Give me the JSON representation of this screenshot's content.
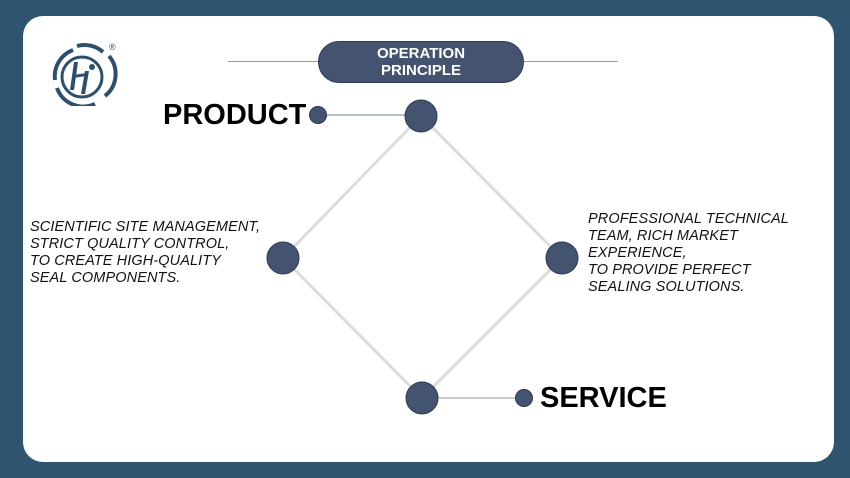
{
  "header": {
    "title_line1": "OPERATION",
    "title_line2": "PRINCIPLE"
  },
  "logo": {
    "icon": "hi-logo-icon",
    "registered_mark": "®"
  },
  "diagram": {
    "top_label": "PRODUCT",
    "bottom_label": "SERVICE",
    "left_text": [
      "SCIENTIFIC SITE MANAGEMENT,",
      "STRICT QUALITY CONTROL,",
      "TO CREATE HIGH-QUALITY",
      "SEAL COMPONENTS."
    ],
    "right_text": [
      "PROFESSIONAL TECHNICAL",
      "TEAM, RICH MARKET",
      "EXPERIENCE,",
      "TO PROVIDE PERFECT",
      "SEALING SOLUTIONS."
    ]
  },
  "colors": {
    "background": "#2f5470",
    "node": "#435370",
    "connector": "#d8d8d8",
    "logo": "#2d4f6b"
  }
}
